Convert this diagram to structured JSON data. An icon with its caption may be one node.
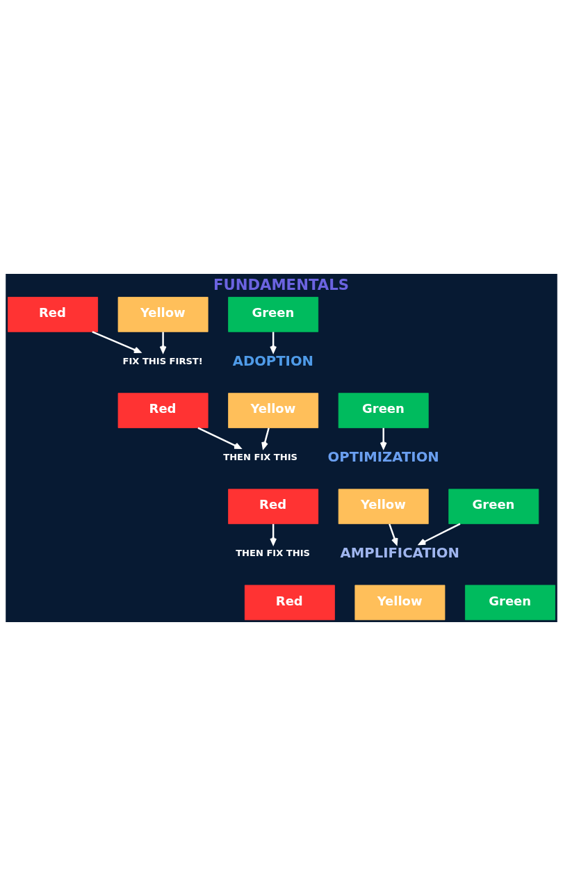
{
  "diagram": {
    "title": "FUNDAMENTALS",
    "nodes": [
      {
        "text": [
          "Red"
        ]
      },
      {
        "text": [
          "Yellow"
        ]
      },
      {
        "text": [
          "Green"
        ]
      },
      {
        "text": [
          "FIX THIS FIRST!"
        ]
      },
      {
        "text": [
          "ADOPTION"
        ]
      },
      {
        "text": [
          "Red"
        ]
      },
      {
        "text": [
          "Yellow"
        ]
      },
      {
        "text": [
          "Green"
        ]
      },
      {
        "text": [
          "THEN FIX THIS"
        ]
      },
      {
        "text": [
          "OPTIMIZATION"
        ]
      },
      {
        "text": [
          "Red"
        ]
      },
      {
        "text": [
          "Yellow"
        ]
      },
      {
        "text": [
          "Green"
        ]
      },
      {
        "text": [
          "THEN FIX THIS"
        ]
      },
      {
        "text": [
          "AMPLIFICATION"
        ]
      },
      {
        "text": [
          "Red"
        ]
      },
      {
        "text": [
          "Yellow"
        ]
      },
      {
        "text": [
          "Green"
        ]
      }
    ],
    "edges": [
      {
        "from": 0,
        "to": 3,
        "arrow": "to"
      },
      {
        "from": 1,
        "to": 3,
        "arrow": "to"
      },
      {
        "from": 2,
        "to": 4,
        "arrow": "to"
      },
      {
        "from": 5,
        "to": 8,
        "arrow": "to"
      },
      {
        "from": 6,
        "to": 8,
        "arrow": "to"
      },
      {
        "from": 7,
        "to": 9,
        "arrow": "to"
      },
      {
        "from": 10,
        "to": 13,
        "arrow": "to"
      },
      {
        "from": 11,
        "to": 14,
        "arrow": "to"
      },
      {
        "from": 12,
        "to": 14,
        "arrow": "to"
      }
    ]
  }
}
